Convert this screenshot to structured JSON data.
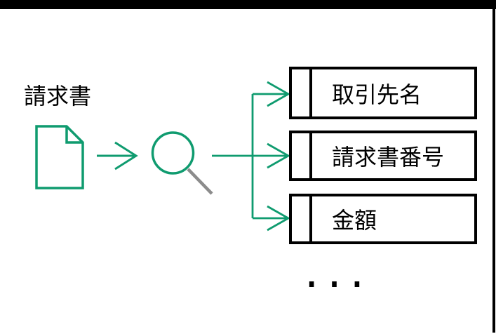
{
  "colors": {
    "accent_green": "#0F9B6F",
    "handle_gray": "#8C8C8C",
    "ink_black": "#000000",
    "background": "#FFFFFF"
  },
  "source": {
    "label": "請求書",
    "icon": "document-icon"
  },
  "process": {
    "icon": "magnifier-icon"
  },
  "fields": [
    {
      "label": "取引先名"
    },
    {
      "label": "請求書番号"
    },
    {
      "label": "金額"
    }
  ],
  "ellipsis": "..."
}
